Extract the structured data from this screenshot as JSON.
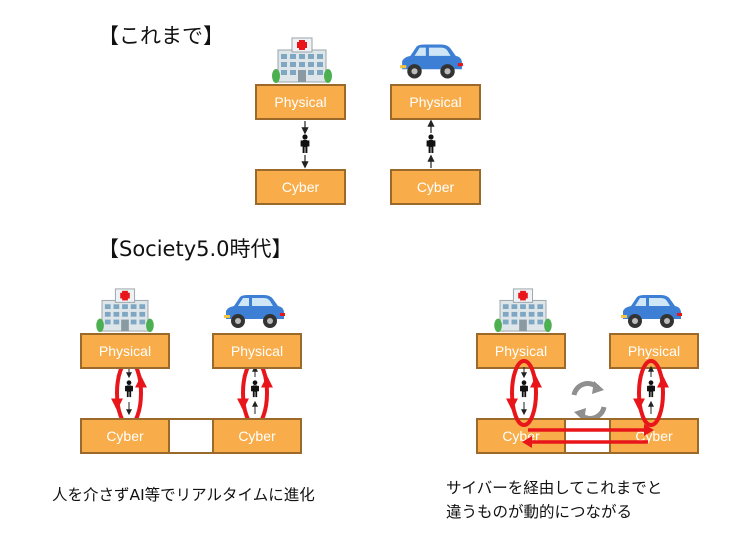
{
  "headings": {
    "before": "【これまで】",
    "society": "【Society5.0時代】"
  },
  "labels": {
    "physical": "Physical",
    "cyber": "Cyber"
  },
  "captions": {
    "left": "人を介さずAI等でリアルタイムに進化",
    "right_line1": "サイバーを経由してこれまでと",
    "right_line2": "違うものが動的につながる"
  },
  "colors": {
    "box_fill": "#f8ad4a",
    "box_border": "#9b6a2a",
    "loop_red": "#e8161b",
    "car_blue": "#3c7fd4",
    "cycle_gray": "#8f8f8f"
  },
  "icons": [
    "hospital-icon",
    "car-icon",
    "person-icon",
    "cycle-icon"
  ]
}
